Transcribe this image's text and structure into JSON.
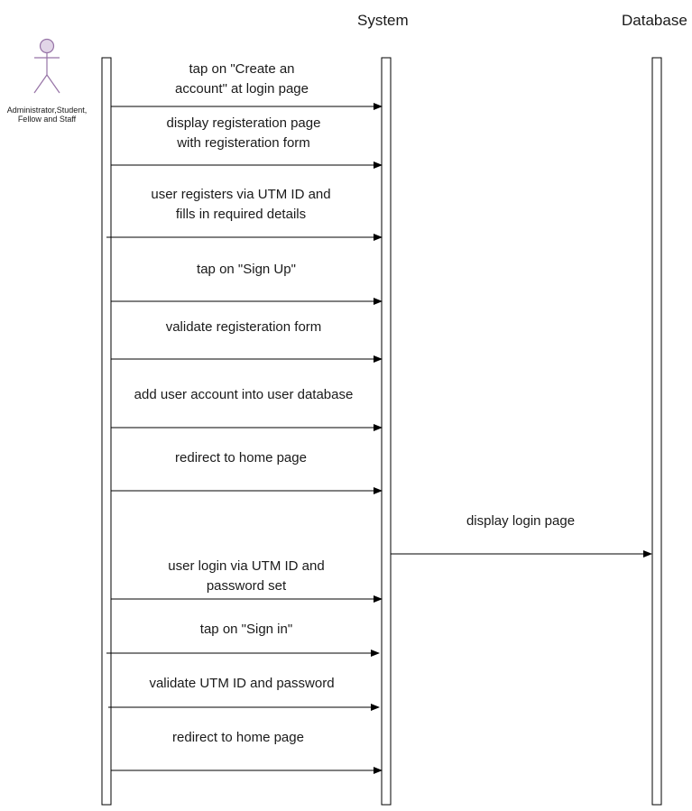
{
  "participants": {
    "actor": "Administrator,Student,\nFellow and Staff",
    "system": "System",
    "database": "Database"
  },
  "colors": {
    "actor_fill": "#e1d5e7",
    "actor_stroke": "#9673a6",
    "line": "#000000"
  },
  "messages": [
    {
      "text": "tap on \"Create an\naccount\" at login page",
      "from": "actor",
      "to": "system"
    },
    {
      "text": "display registeration page\nwith registeration form",
      "from": "actor",
      "to": "system"
    },
    {
      "text": "user registers via UTM ID and\nfills in required details",
      "from": "actor",
      "to": "system"
    },
    {
      "text": "tap on \"Sign Up\"",
      "from": "actor",
      "to": "system"
    },
    {
      "text": "validate registeration form",
      "from": "actor",
      "to": "system"
    },
    {
      "text": "add user account into user database",
      "from": "actor",
      "to": "system"
    },
    {
      "text": "redirect to home page",
      "from": "actor",
      "to": "system"
    },
    {
      "text": "display login page",
      "from": "system",
      "to": "database"
    },
    {
      "text": "user login via UTM ID and\npassword set",
      "from": "actor",
      "to": "system"
    },
    {
      "text": "tap on \"Sign in\"",
      "from": "actor",
      "to": "system"
    },
    {
      "text": "validate UTM ID and password",
      "from": "actor",
      "to": "system"
    },
    {
      "text": "redirect to home page",
      "from": "actor",
      "to": "system"
    }
  ]
}
